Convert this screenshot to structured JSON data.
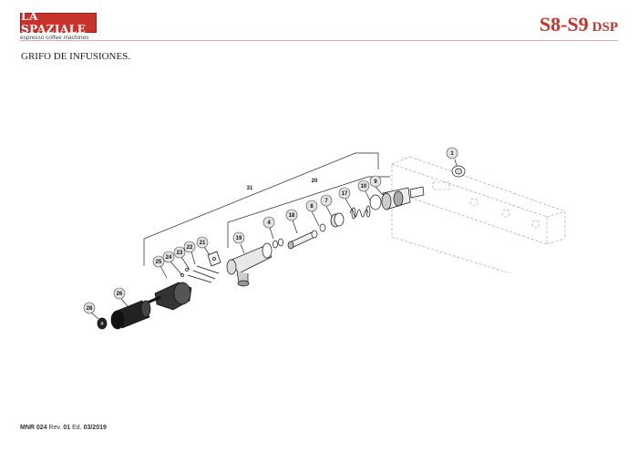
{
  "header": {
    "logo_text": "LA SPAZIALE",
    "logo_tagline": "espresso coffee machines",
    "model_main": "S8-S9",
    "model_suffix": "DSP"
  },
  "section_title": "GRIFO DE INFUSIONES.",
  "callouts": {
    "c1": "1",
    "c4": "4",
    "c7": "7",
    "c8": "8",
    "c9": "9",
    "c10": "10",
    "c17": "17",
    "c18": "18",
    "c19": "19",
    "c20": "20",
    "c21": "21",
    "c22": "22",
    "c23": "23",
    "c24": "24",
    "c25": "25",
    "c26": "26",
    "c28": "28",
    "c31": "31"
  },
  "footer": {
    "code": "MNR 024",
    "rev_label": "Rev.",
    "rev": "01",
    "ed_label": "Ed.",
    "ed": "03/2019"
  },
  "colors": {
    "brand_red": "#c8322c",
    "callout_fill": "#e3e3e3"
  }
}
